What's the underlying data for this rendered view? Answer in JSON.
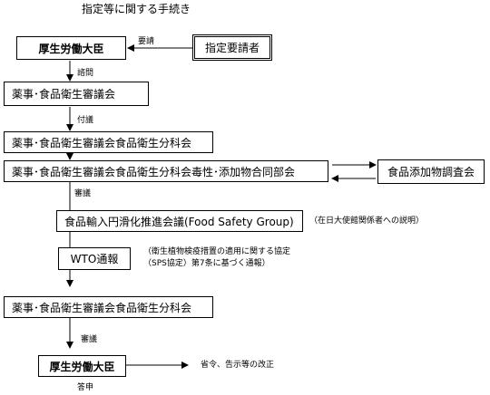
{
  "title": "指定等に関する手続き",
  "nodes": {
    "minister_top": "厚生労働大臣",
    "applicant": "指定要請者",
    "council": "薬事･食品衛生審議会",
    "food_sanitation_section": "薬事･食品衛生審議会食品衛生分科会",
    "joint_section": "薬事･食品衛生審議会食品衛生分科会毒性･添加物合同部会",
    "additive_survey": "食品添加物調査会",
    "import_council": "食品輸入円滑化推進会議(Food Safety Group)",
    "wto": "WTO通報",
    "food_sanitation_section_2": "薬事･食品衛生審議会食品衛生分科会",
    "minister_bottom": "厚生労働大臣"
  },
  "edge_labels": {
    "request": "要請",
    "consult": "諮問",
    "refer": "付議",
    "deliberation_1": "審議",
    "deliberation_2": "審議",
    "report": "答申"
  },
  "notes": {
    "embassy": "（在日大使館関係者への説明）",
    "sps_line1": "（衛生植物検疫措置の適用に関する協定",
    "sps_line2": "（SPS協定）第7条に基づく通報）",
    "revision": "省令、告示等の改正"
  }
}
